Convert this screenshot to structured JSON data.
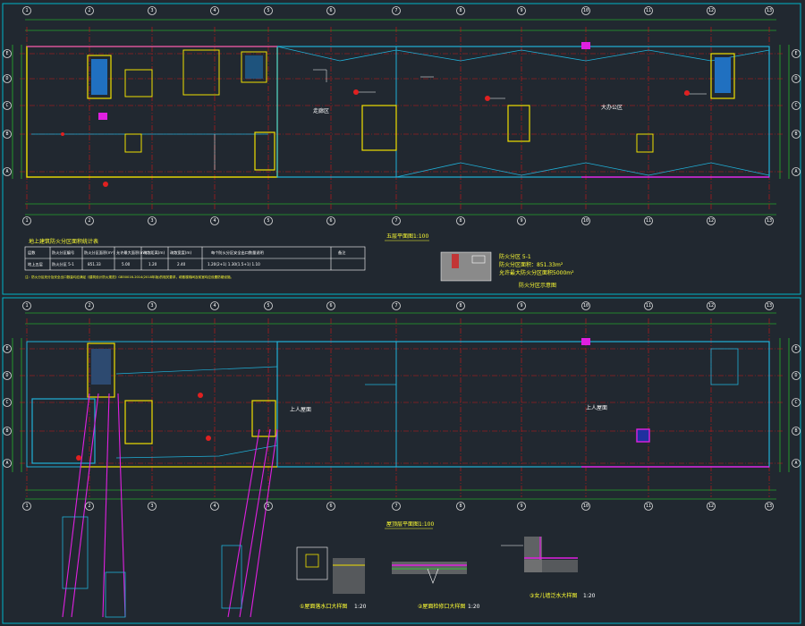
{
  "colors": {
    "background": "#212830",
    "frame": "#00b4c8",
    "grid_red": "#d01818",
    "dim_green": "#28e028",
    "wall_yellow": "#f0e000",
    "duct_cyan": "#20b0d8",
    "pipe_magenta": "#e020e0",
    "text_white": "#ffffff",
    "text_yellow": "#ffff33"
  },
  "sheet_top": {
    "plan_title": "五层平面图1:100",
    "table": {
      "title": "地上建筑防火分区面积统计表",
      "headers": [
        "层数",
        "防火分区编号",
        "防火分区面积(m²)",
        "允许最大面积(m²)",
        "疏散距离(m)",
        "疏散宽度(m)",
        "每个防火分区安全出口数量说明",
        "备注"
      ],
      "row": [
        "地上五层",
        "防火分区 5-1",
        "851.33",
        "5.00",
        "1.20",
        "2.40",
        "1.20(2+1) 1.30(1.5+1) 1.10",
        ""
      ],
      "note": "注：防火分区划分及安全出口数量均应满足《建筑设计防火规范》GB50016-2014(2018年版)的相关要求，疏散楼梯间及前室均应设置防烟设施。"
    },
    "legend_title": "防火分区示意图",
    "legend_lines": [
      "防火分区 5-1",
      "防火分区面积：851.33m²",
      "允许最大防火分区面积5000m²"
    ],
    "room_labels": [
      "走廊区",
      "大办公区"
    ]
  },
  "sheet_bottom": {
    "plan_title": "屋顶层平面图1:100",
    "room_labels": [
      "上人屋面",
      "上人屋面"
    ],
    "detail_titles": [
      "①屋面落水口大样图",
      "②屋面检修口大样图",
      "③女儿墙泛水大样图"
    ],
    "detail_scales": [
      "1:20",
      "1:20",
      "1:20"
    ]
  },
  "axis_labels_x": [
    "1",
    "2",
    "3",
    "4",
    "5",
    "6",
    "7",
    "8",
    "9",
    "10",
    "11",
    "12",
    "13"
  ],
  "axis_labels_y": [
    "A",
    "B",
    "C",
    "D",
    "E"
  ]
}
